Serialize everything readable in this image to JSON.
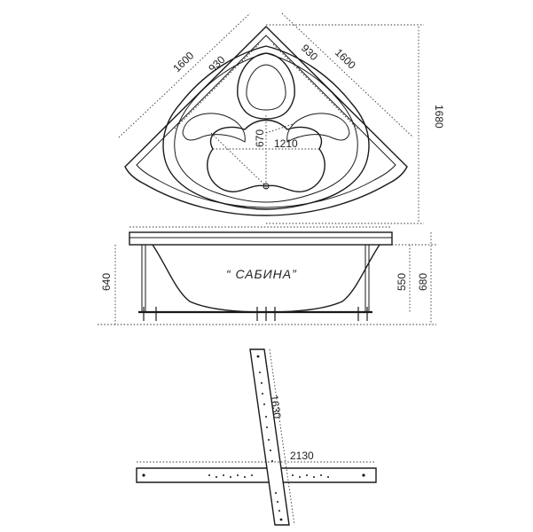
{
  "top_view": {
    "dim_left_outer": "1600",
    "dim_left_inner": "930",
    "dim_right_inner": "930",
    "dim_right_outer": "1600",
    "dim_depth": "670",
    "dim_width": "1210",
    "dim_height": "1680"
  },
  "side_view": {
    "dim_left": "640",
    "title": "“ САБИНА”",
    "dim_right_inner": "550",
    "dim_right_outer": "680"
  },
  "frame_view": {
    "dim_vertical": "1630",
    "dim_horizontal": "2130"
  },
  "colors": {
    "line": "#1a1a1a",
    "dim": "#333333"
  }
}
